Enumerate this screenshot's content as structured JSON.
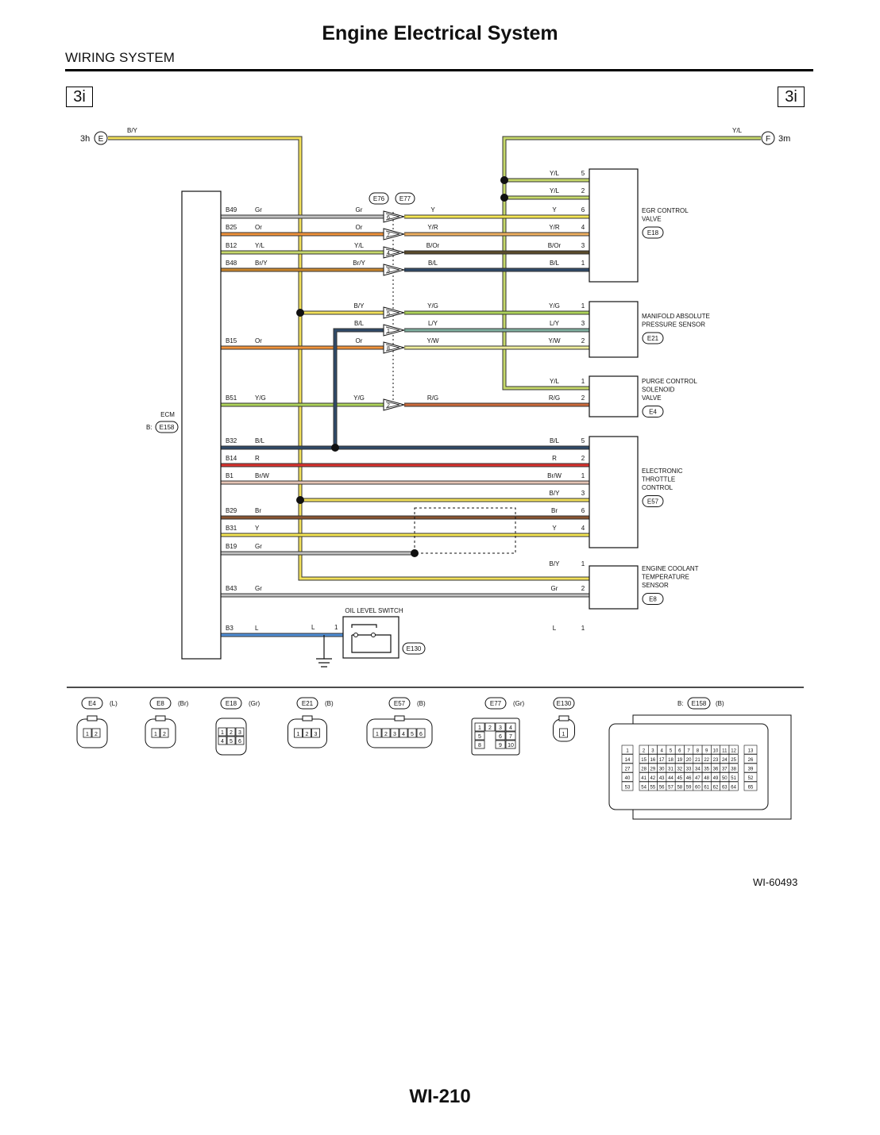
{
  "header": {
    "title": "Engine Electrical System",
    "section": "WIRING SYSTEM"
  },
  "page_ref": {
    "left": "3i",
    "right": "3i"
  },
  "footer": {
    "page_number": "WI-210",
    "figure_id": "WI-60493"
  },
  "colors": {
    "B/Y": "#f2e05a",
    "Y/L": "#c6d86a",
    "Gr": "#c0c0c0",
    "Or": "#f0923a",
    "Y": "#f5e653",
    "Br/Y": "#c8852c",
    "Y/G": "#aed35a",
    "B/L": "#2f4a68",
    "R": "#d9322e",
    "Br/W": "#e4c3b4",
    "Br": "#8a5430",
    "L": "#4f8ed6",
    "Y/R": "#f0b060",
    "B/Or": "#5a4a2a",
    "L/Y": "#7fb0a0",
    "Y/W": "#eeec9a",
    "R/G": "#cc6a3a"
  },
  "ends": {
    "left": {
      "label": "3h",
      "connector": "E",
      "wire": "B/Y"
    },
    "right": {
      "label": "3m",
      "connector": "F",
      "wire": "Y/L"
    }
  },
  "ecm": {
    "name": "ECM",
    "connector_prefix": "B:",
    "connector": "E158"
  },
  "junction_connectors": [
    "E76",
    "E77"
  ],
  "wires": [
    {
      "ecm_pin": "B49",
      "ecm_color": "Gr",
      "jc_color": "Gr",
      "jc_pin": "6",
      "out_color": "Y",
      "comp_color": "Y",
      "comp_pin": "6"
    },
    {
      "ecm_pin": "B25",
      "ecm_color": "Or",
      "jc_color": "Or",
      "jc_pin": "7",
      "out_color": "Y/R",
      "comp_color": "Y/R",
      "comp_pin": "4"
    },
    {
      "ecm_pin": "B12",
      "ecm_color": "Y/L",
      "jc_color": "Y/L",
      "jc_pin": "4",
      "out_color": "B/Or",
      "comp_color": "B/Or",
      "comp_pin": "3"
    },
    {
      "ecm_pin": "B48",
      "ecm_color": "Br/Y",
      "jc_color": "Br/Y",
      "jc_pin": "3",
      "out_color": "B/L",
      "comp_color": "B/L",
      "comp_pin": "1"
    },
    {
      "ecm_pin": "",
      "ecm_color": "",
      "jc_color": "B/Y",
      "jc_pin": "5",
      "out_color": "Y/G",
      "comp_color": "Y/G",
      "comp_pin": "1"
    },
    {
      "ecm_pin": "",
      "ecm_color": "",
      "jc_color": "B/L",
      "jc_pin": "1",
      "out_color": "L/Y",
      "comp_color": "L/Y",
      "comp_pin": "3"
    },
    {
      "ecm_pin": "B15",
      "ecm_color": "Or",
      "jc_color": "Or",
      "jc_pin": "8",
      "out_color": "Y/W",
      "comp_color": "Y/W",
      "comp_pin": "2"
    },
    {
      "ecm_pin": "B51",
      "ecm_color": "Y/G",
      "jc_color": "Y/G",
      "jc_pin": "2",
      "out_color": "R/G",
      "comp_color": "R/G",
      "comp_pin": "2"
    },
    {
      "ecm_pin": "B32",
      "ecm_color": "B/L",
      "comp_color": "B/L",
      "comp_pin": "5"
    },
    {
      "ecm_pin": "B14",
      "ecm_color": "R",
      "comp_color": "R",
      "comp_pin": "2"
    },
    {
      "ecm_pin": "B1",
      "ecm_color": "Br/W",
      "comp_color": "Br/W",
      "comp_pin": "1"
    },
    {
      "ecm_pin": "",
      "ecm_color": "",
      "comp_color": "B/Y",
      "comp_pin": "3"
    },
    {
      "ecm_pin": "B29",
      "ecm_color": "Br",
      "comp_color": "Br",
      "comp_pin": "6"
    },
    {
      "ecm_pin": "B31",
      "ecm_color": "Y",
      "comp_color": "Y",
      "comp_pin": "4"
    },
    {
      "ecm_pin": "B19",
      "ecm_color": "Gr",
      "comp_color": "",
      "comp_pin": ""
    },
    {
      "ecm_pin": "",
      "ecm_color": "",
      "comp_color": "B/Y",
      "comp_pin": "1"
    },
    {
      "ecm_pin": "B43",
      "ecm_color": "Gr",
      "comp_color": "Gr",
      "comp_pin": "2"
    },
    {
      "ecm_pin": "B3",
      "ecm_color": "L",
      "comp_color": "L",
      "comp_pin": "1"
    }
  ],
  "egr_upper": [
    {
      "color": "Y/L",
      "pin": "5"
    },
    {
      "color": "Y/L",
      "pin": "2"
    }
  ],
  "purge_upper": {
    "color": "Y/L",
    "pin": "1"
  },
  "components": [
    {
      "name": "EGR CONTROL\nVALVE",
      "connector": "E18"
    },
    {
      "name": "MANIFOLD ABSOLUTE\nPRESSURE SENSOR",
      "connector": "E21"
    },
    {
      "name": "PURGE CONTROL\nSOLENOID\nVALVE",
      "connector": "E4"
    },
    {
      "name": "ELECTRONIC\nTHROTTLE\nCONTROL",
      "connector": "E57"
    },
    {
      "name": "ENGINE COOLANT\nTEMPERATURE\nSENSOR",
      "connector": "E8"
    }
  ],
  "oil_switch": {
    "name": "OIL LEVEL SWITCH",
    "wire_color": "L",
    "pin": "1",
    "connector": "E130"
  },
  "connector_views": [
    {
      "id": "E4",
      "color": "(L)",
      "pins": [
        "1",
        "2"
      ]
    },
    {
      "id": "E8",
      "color": "(Br)",
      "pins": [
        "1",
        "2"
      ]
    },
    {
      "id": "E18",
      "color": "(Gr)",
      "pins": [
        "1",
        "2",
        "3",
        "4",
        "5",
        "6"
      ]
    },
    {
      "id": "E21",
      "color": "(B)",
      "pins": [
        "1",
        "2",
        "3"
      ]
    },
    {
      "id": "E57",
      "color": "(B)",
      "pins": [
        "1",
        "2",
        "3",
        "4",
        "5",
        "6"
      ]
    },
    {
      "id": "E77",
      "color": "(Gr)",
      "pins": [
        "1",
        "2",
        "3",
        "4",
        "5",
        "6",
        "7",
        "8",
        "9",
        "10"
      ]
    },
    {
      "id": "E130",
      "color": "",
      "pins": [
        "1"
      ]
    },
    {
      "id": "E158",
      "prefix": "B:",
      "color": "(B)",
      "pins": []
    }
  ]
}
